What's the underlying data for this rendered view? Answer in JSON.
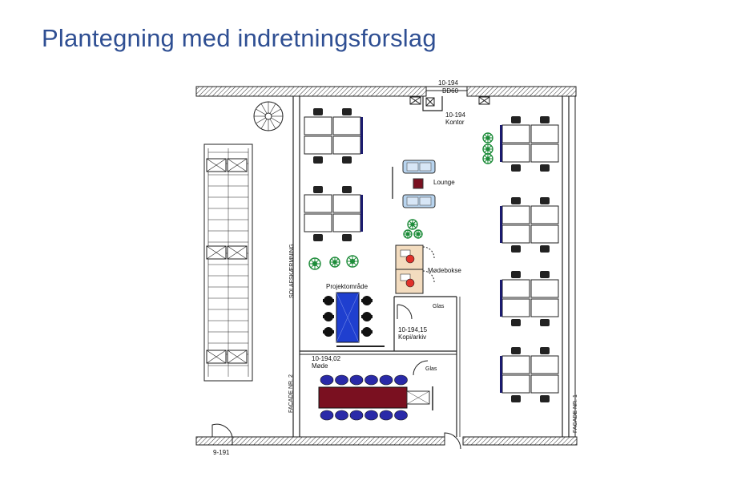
{
  "slide": {
    "title": "Plantegning med indretningsforslag"
  },
  "plan": {
    "labels": {
      "room_10_194": "10-194",
      "bd60": "BD60",
      "kontor_num": "10-194",
      "kontor": "Kontor",
      "lounge": "Lounge",
      "modeboks": "Mødebokse",
      "projekt": "Projektområde",
      "glas_1": "Glas",
      "kopi_num": "10-194,15",
      "kopi": "Kopi/arkiv",
      "mode_num": "10-194,02",
      "mode": "Møde",
      "glas_2": "Glas",
      "solaf": "SOLAFSKÆRMNING",
      "facade_2": "FACADE NR. 2",
      "facade_1": "FACADE NR. 1",
      "room_9_191": "9-191"
    },
    "colors": {
      "wall": "#222222",
      "desk_edge": "#1a1a6e",
      "blue_table": "#1f3fcf",
      "red_table": "#7a1020",
      "chair_blue": "#2a2aa8",
      "sofa": "#b8d4ef",
      "plant": "#1e8c3a",
      "pod": "#f3dcbf",
      "pod_seat": "#e0312a"
    }
  }
}
